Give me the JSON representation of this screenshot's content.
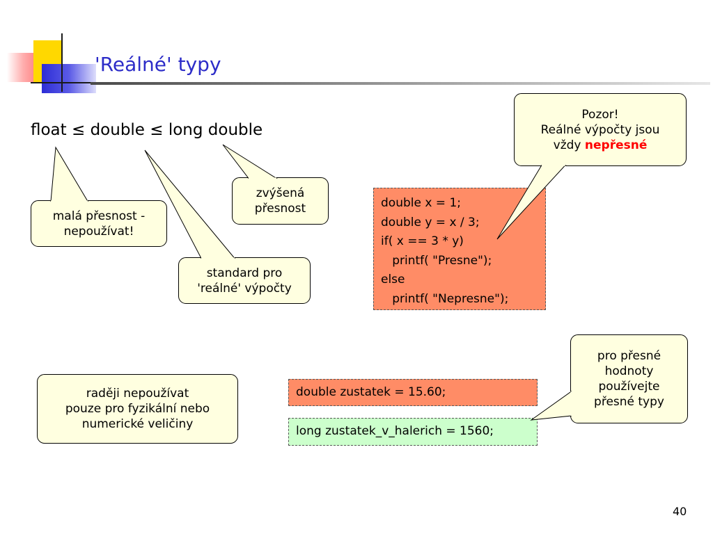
{
  "slide": {
    "title": "'Reálné' typy",
    "page_number": "40"
  },
  "heading": "float ≤ double ≤ long double",
  "callouts": {
    "mala": [
      "malá přesnost -",
      "nepoužívat!"
    ],
    "zvysena": [
      "zvýšená",
      "přesnost"
    ],
    "standard": [
      "standard pro",
      "'reálné' výpočty"
    ],
    "pozor": {
      "line1": "Pozor!",
      "line2": "Reálné výpočty jsou",
      "line3_prefix": "vždy ",
      "line3_emphasis": "nepřesné"
    },
    "radeji": [
      "raději nepoužívat",
      "pouze pro fyzikální nebo",
      "numerické veličiny"
    ],
    "presne": [
      "pro přesné",
      "hodnoty",
      "používejte",
      "přesné typy"
    ]
  },
  "code": {
    "main_lines": [
      "double x = 1;",
      "double y = x / 3;",
      "if( x == 3 * y)",
      "   printf( \"Presne\");",
      "else",
      "   printf( \"Nepresne\");"
    ],
    "zustatek": "double zustatek = 15.60;",
    "halerich": "long zustatek_v_halerich = 1560;"
  },
  "colors": {
    "title": "#2c2cc8",
    "callout_fill": "#ffffe0",
    "code_orange": "#ff8c66",
    "code_green": "#ccffcc",
    "emphasis_red": "#ff0000"
  }
}
